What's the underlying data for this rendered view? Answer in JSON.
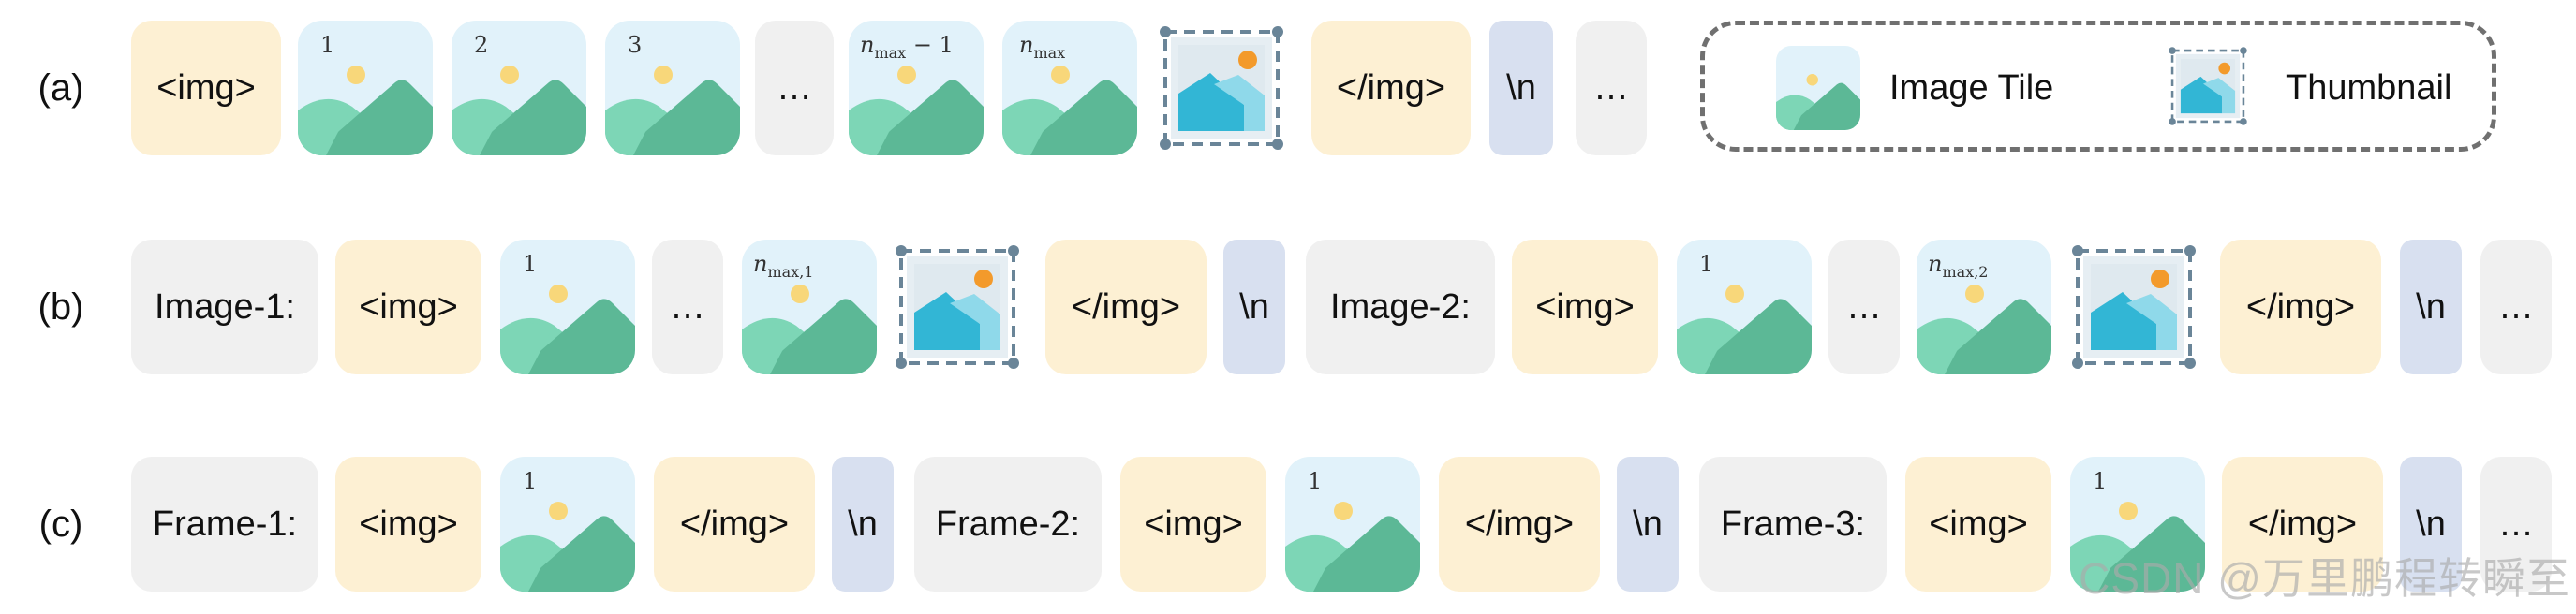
{
  "rows": {
    "a": {
      "label": "(a)",
      "img_open": "<img>",
      "tile_labels": [
        "1",
        "2",
        "3"
      ],
      "ellipsis": "…",
      "tile_nmax_minus1": "n",
      "tile_nmax_minus1_sub": "max",
      "tile_nmax_minus1_tail": " − 1",
      "tile_nmax": "n",
      "tile_nmax_sub": "max",
      "img_close": "</img>",
      "newline": "\\n",
      "trailing_ellipsis": "…"
    },
    "b": {
      "label": "(b)",
      "image1_label": "Image-1:",
      "img_open_1": "<img>",
      "tile1_label": "1",
      "ellipsis_1": "…",
      "nmax1": "n",
      "nmax1_sub": "max,1",
      "img_close_1": "</img>",
      "newline_1": "\\n",
      "image2_label": "Image-2:",
      "img_open_2": "<img>",
      "tile2_label": "1",
      "ellipsis_2": "…",
      "nmax2": "n",
      "nmax2_sub": "max,2",
      "img_close_2": "</img>",
      "newline_2": "\\n",
      "trailing_ellipsis": "…"
    },
    "c": {
      "label": "(c)",
      "frames": [
        {
          "label": "Frame-1:",
          "img_open": "<img>",
          "tile_label": "1",
          "img_close": "</img>",
          "newline": "\\n"
        },
        {
          "label": "Frame-2:",
          "img_open": "<img>",
          "tile_label": "1",
          "img_close": "</img>",
          "newline": "\\n"
        },
        {
          "label": "Frame-3:",
          "img_open": "<img>",
          "tile_label": "1",
          "img_close": "</img>",
          "newline": "\\n"
        }
      ],
      "trailing_ellipsis": "…"
    }
  },
  "legend": {
    "image_tile": "Image Tile",
    "thumbnail": "Thumbnail"
  },
  "watermark": "CSDN @万里鹏程转瞬至",
  "colors": {
    "tag_bg": "#fdf0d3",
    "gray_bg": "#f0f0f0",
    "newline_bg": "#d8e0f0",
    "tile_sky": "#e1f2fa",
    "tile_hill_light": "#7dd6b6",
    "tile_hill_dark": "#5cb896",
    "tile_sun": "#f8d77a",
    "thumb_blue": "#32b6d5",
    "thumb_sun": "#f39a2b",
    "legend_border": "#707070"
  }
}
